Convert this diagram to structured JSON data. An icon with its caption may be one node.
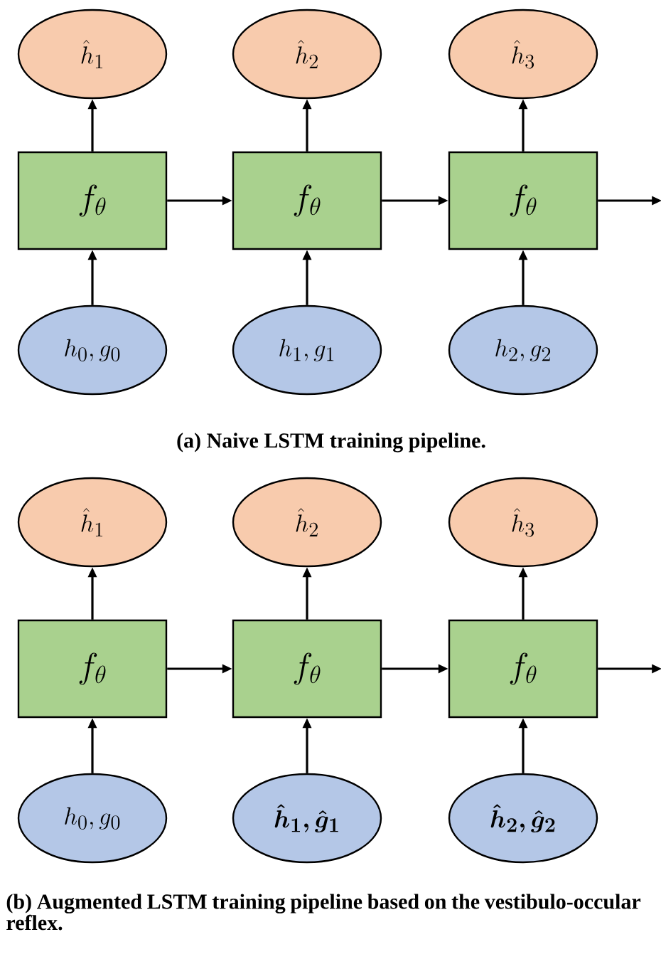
{
  "diagram": {
    "nodes": [
      {
        "text": [
          "\\hat{h}_1"
        ]
      },
      {
        "text": [
          "\\hat{h}_2"
        ]
      },
      {
        "text": [
          "\\hat{h}_3"
        ]
      },
      {
        "text": [
          "f_\\theta"
        ]
      },
      {
        "text": [
          "f_\\theta"
        ]
      },
      {
        "text": [
          "f_\\theta"
        ]
      },
      {
        "text": [
          "h_0, g_0"
        ]
      },
      {
        "text": [
          "h_1, g_1"
        ]
      },
      {
        "text": [
          "h_2, g_2"
        ]
      },
      {
        "text": [
          "\\hat{h}_1"
        ]
      },
      {
        "text": [
          "\\hat{h}_2"
        ]
      },
      {
        "text": [
          "\\hat{h}_3"
        ]
      },
      {
        "text": [
          "f_\\theta"
        ]
      },
      {
        "text": [
          "f_\\theta"
        ]
      },
      {
        "text": [
          "f_\\theta"
        ]
      },
      {
        "text": [
          "h_0, g_0"
        ]
      },
      {
        "text": [
          "\\boldsymbol{\\hat{h}_1, \\hat{g}_1}"
        ]
      },
      {
        "text": [
          "\\boldsymbol{\\hat{h}_2, \\hat{g}_2}"
        ]
      }
    ],
    "edges": [
      {
        "from": 3,
        "to": 0,
        "arrow": "to"
      },
      {
        "from": 4,
        "to": 1,
        "arrow": "to"
      },
      {
        "from": 5,
        "to": 2,
        "arrow": "to"
      },
      {
        "from": 6,
        "to": 3,
        "arrow": "to"
      },
      {
        "from": 7,
        "to": 4,
        "arrow": "to"
      },
      {
        "from": 8,
        "to": 5,
        "arrow": "to"
      },
      {
        "from": 3,
        "to": 4,
        "arrow": "to"
      },
      {
        "from": 4,
        "to": 5,
        "arrow": "to"
      },
      {
        "from": 5,
        "to": null,
        "arrow": "to"
      },
      {
        "from": 12,
        "to": 9,
        "arrow": "to"
      },
      {
        "from": 13,
        "to": 10,
        "arrow": "to"
      },
      {
        "from": 14,
        "to": 11,
        "arrow": "to"
      },
      {
        "from": 15,
        "to": 12,
        "arrow": "to"
      },
      {
        "from": 16,
        "to": 13,
        "arrow": "to"
      },
      {
        "from": 17,
        "to": 14,
        "arrow": "to"
      },
      {
        "from": 12,
        "to": 13,
        "arrow": "to"
      },
      {
        "from": 13,
        "to": 14,
        "arrow": "to"
      },
      {
        "from": 14,
        "to": null,
        "arrow": "to"
      }
    ],
    "labels": [
      "(a) Naive LSTM training pipeline.",
      "(b) Augmented LSTM training pipeline based on the vestibulo-occular reflex."
    ]
  }
}
